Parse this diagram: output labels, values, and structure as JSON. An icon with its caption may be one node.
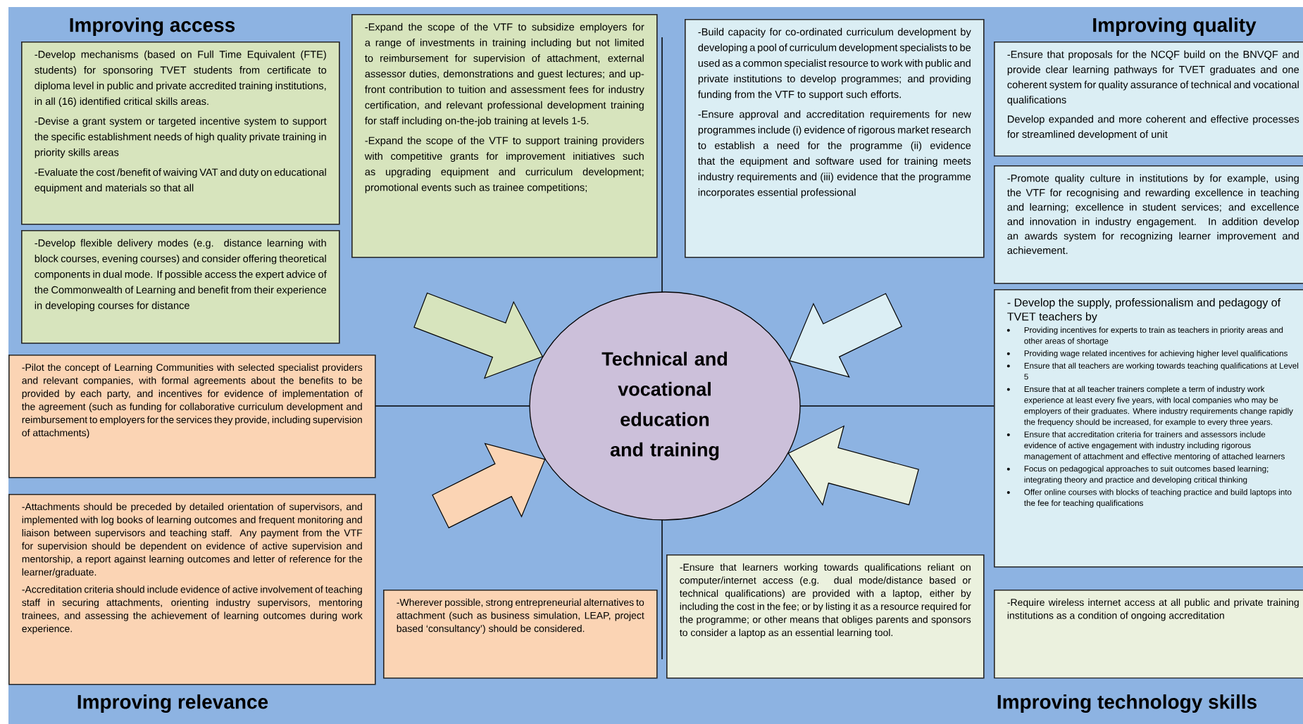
{
  "diagram": {
    "nodes": [
      {
        "text": [
          "-Develop mechanisms (based on Full Time Equivalent (FTE) students) for sponsoring TVET students from certificate to diploma level in public and private accredited training institutions, in all (16) identified critical skills areas.",
          "-Devise a grant system or targeted incentive system to support the specific establishment needs of high quality private training in priority skills areas",
          "-Evaluate the cost /benefit of waiving VAT and duty on educational equipment and materials so that all"
        ]
      },
      {
        "text": [
          "-Develop flexible delivery modes (e.g. distance learning with block courses, evening courses) and consider offering theoretical components in dual mode. If possible access the expert advice of the Commonwealth of Learning and benefit from their experience in developing courses for distance"
        ]
      },
      {
        "text": [
          "-Expand the scope of the VTF to subsidize employers for a range of investments in training including but not limited to reimbursement for supervision of attachment, external assessor duties, demonstrations and guest lectures; and up-front contribution to tuition and assessment fees for industry certification, and relevant professional development training for staff including on-the-job training at levels 1-5.",
          "-Expand the scope of the VTF to support training providers with competitive grants for improvement initiatives such as upgrading equipment and curriculum development; promotional events such as trainee competitions;"
        ]
      },
      {
        "text": [
          "-Build capacity for co-ordinated curriculum development by developing a pool of curriculum development specialists to be used as a common specialist resource to work with public and private institutions to develop programmes; and providing funding from the VTF to support such efforts.",
          "-Ensure approval and accreditation requirements for new programmes include (i) evidence of rigorous market research to establish a need for the programme (ii) evidence that the equipment and software used for training meets industry requirements and (iii) evidence that the programme incorporates essential professional"
        ]
      },
      {
        "text": [
          "-Ensure that proposals for the NCQF build on the BNVQF and provide clear learning pathways for TVET graduates and one coherent system for quality assurance of technical and vocational qualifications",
          "Develop expanded and more coherent and effective processes for streamlined development of unit"
        ]
      },
      {
        "text": [
          "-Promote quality culture in institutions by for example, using the VTF for recognising and rewarding excellence in teaching and learning; excellence in student services; and excellence and innovation in industry engagement. In addition develop an awards system for recognizing learner improvement and achievement."
        ]
      },
      {
        "text": [
          "- Develop the supply, professionalism and pedagogy of TVET teachers by",
          "Providing incentives for experts to train as teachers in priority areas and other areas of shortage",
          "Providing wage related incentives for achieving higher level qualifications",
          "Ensure that all teachers are working towards teaching qualifications at Level 5",
          "Ensure that at all teacher trainers complete a term of industry work experience at least every five years, with local companies who may be employers of their graduates. Where industry requirements change rapidly the frequency should be increased, for example to every three years.",
          "Ensure that accreditation criteria for trainers and assessors include evidence of active engagement with industry including rigorous management of attachment and effective mentoring of attached learners",
          "Focus on pedagogical approaches to suit outcomes based learning; integrating theory and practice and developing critical thinking",
          "Offer online courses with blocks of teaching practice and build laptops into the fee for teaching qualifications"
        ]
      },
      {
        "text": [
          "Technical and vocational education and training"
        ]
      },
      {
        "text": [
          "-Pilot the concept of Learning Communities with selected specialist providers and relevant companies, with formal agreements about the benefits to be provided by each party, and incentives for evidence of implementation of the agreement (such as funding for collaborative curriculum development and reimbursement to employers for the services they provide, including supervision of attachments)"
        ]
      },
      {
        "text": [
          "-Attachments should be preceded by detailed orientation of supervisors, and implemented with log books of learning outcomes and frequent monitoring and liaison between supervisors and teaching staff. Any payment from the VTF for supervision should be dependent on evidence of active supervision and mentorship, a report against learning outcomes and letter of reference for the learner/graduate.",
          "-Accreditation criteria should include evidence of active involvement of teaching staff in securing attachments, orienting industry supervisors, mentoring trainees, and assessing the achievement of learning outcomes during work experience."
        ]
      },
      {
        "text": [
          "-Wherever possible, strong entrepreneurial alternatives to attachment (such as business simulation, LEAP, project based ‘consultancy’) should be considered."
        ]
      },
      {
        "text": [
          "-Ensure that learners working towards qualifications reliant on computer/internet access (e.g. dual mode/distance based or technical qualifications) are provided with a laptop, either by including the cost in the fee; or by listing it as a resource required for the programme; or other means that obliges parents and sponsors to consider a laptop as an essential learning tool."
        ]
      },
      {
        "text": [
          "-Require wireless internet access at all public and private training institutions as a condition of ongoing accreditation"
        ]
      }
    ],
    "edges": [
      {
        "from": null,
        "to": 7,
        "arrow": "to",
        "color": "#d7e4bd"
      },
      {
        "from": null,
        "to": 7,
        "arrow": "to",
        "color": "#dbeef4"
      },
      {
        "from": null,
        "to": 7,
        "arrow": "to",
        "color": "#fbd4b4"
      },
      {
        "from": null,
        "to": 7,
        "arrow": "to",
        "color": "#ebf1de"
      }
    ],
    "labels": [
      "Improving access",
      "Improving quality",
      "Improving relevance",
      "Improving technology skills"
    ]
  }
}
